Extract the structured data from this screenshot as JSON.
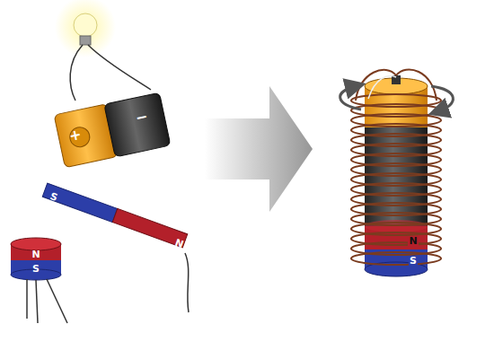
{
  "diagram": {
    "labels": [
      "+",
      "−",
      "S",
      "N",
      "N",
      "S",
      "N",
      "S"
    ]
  }
}
